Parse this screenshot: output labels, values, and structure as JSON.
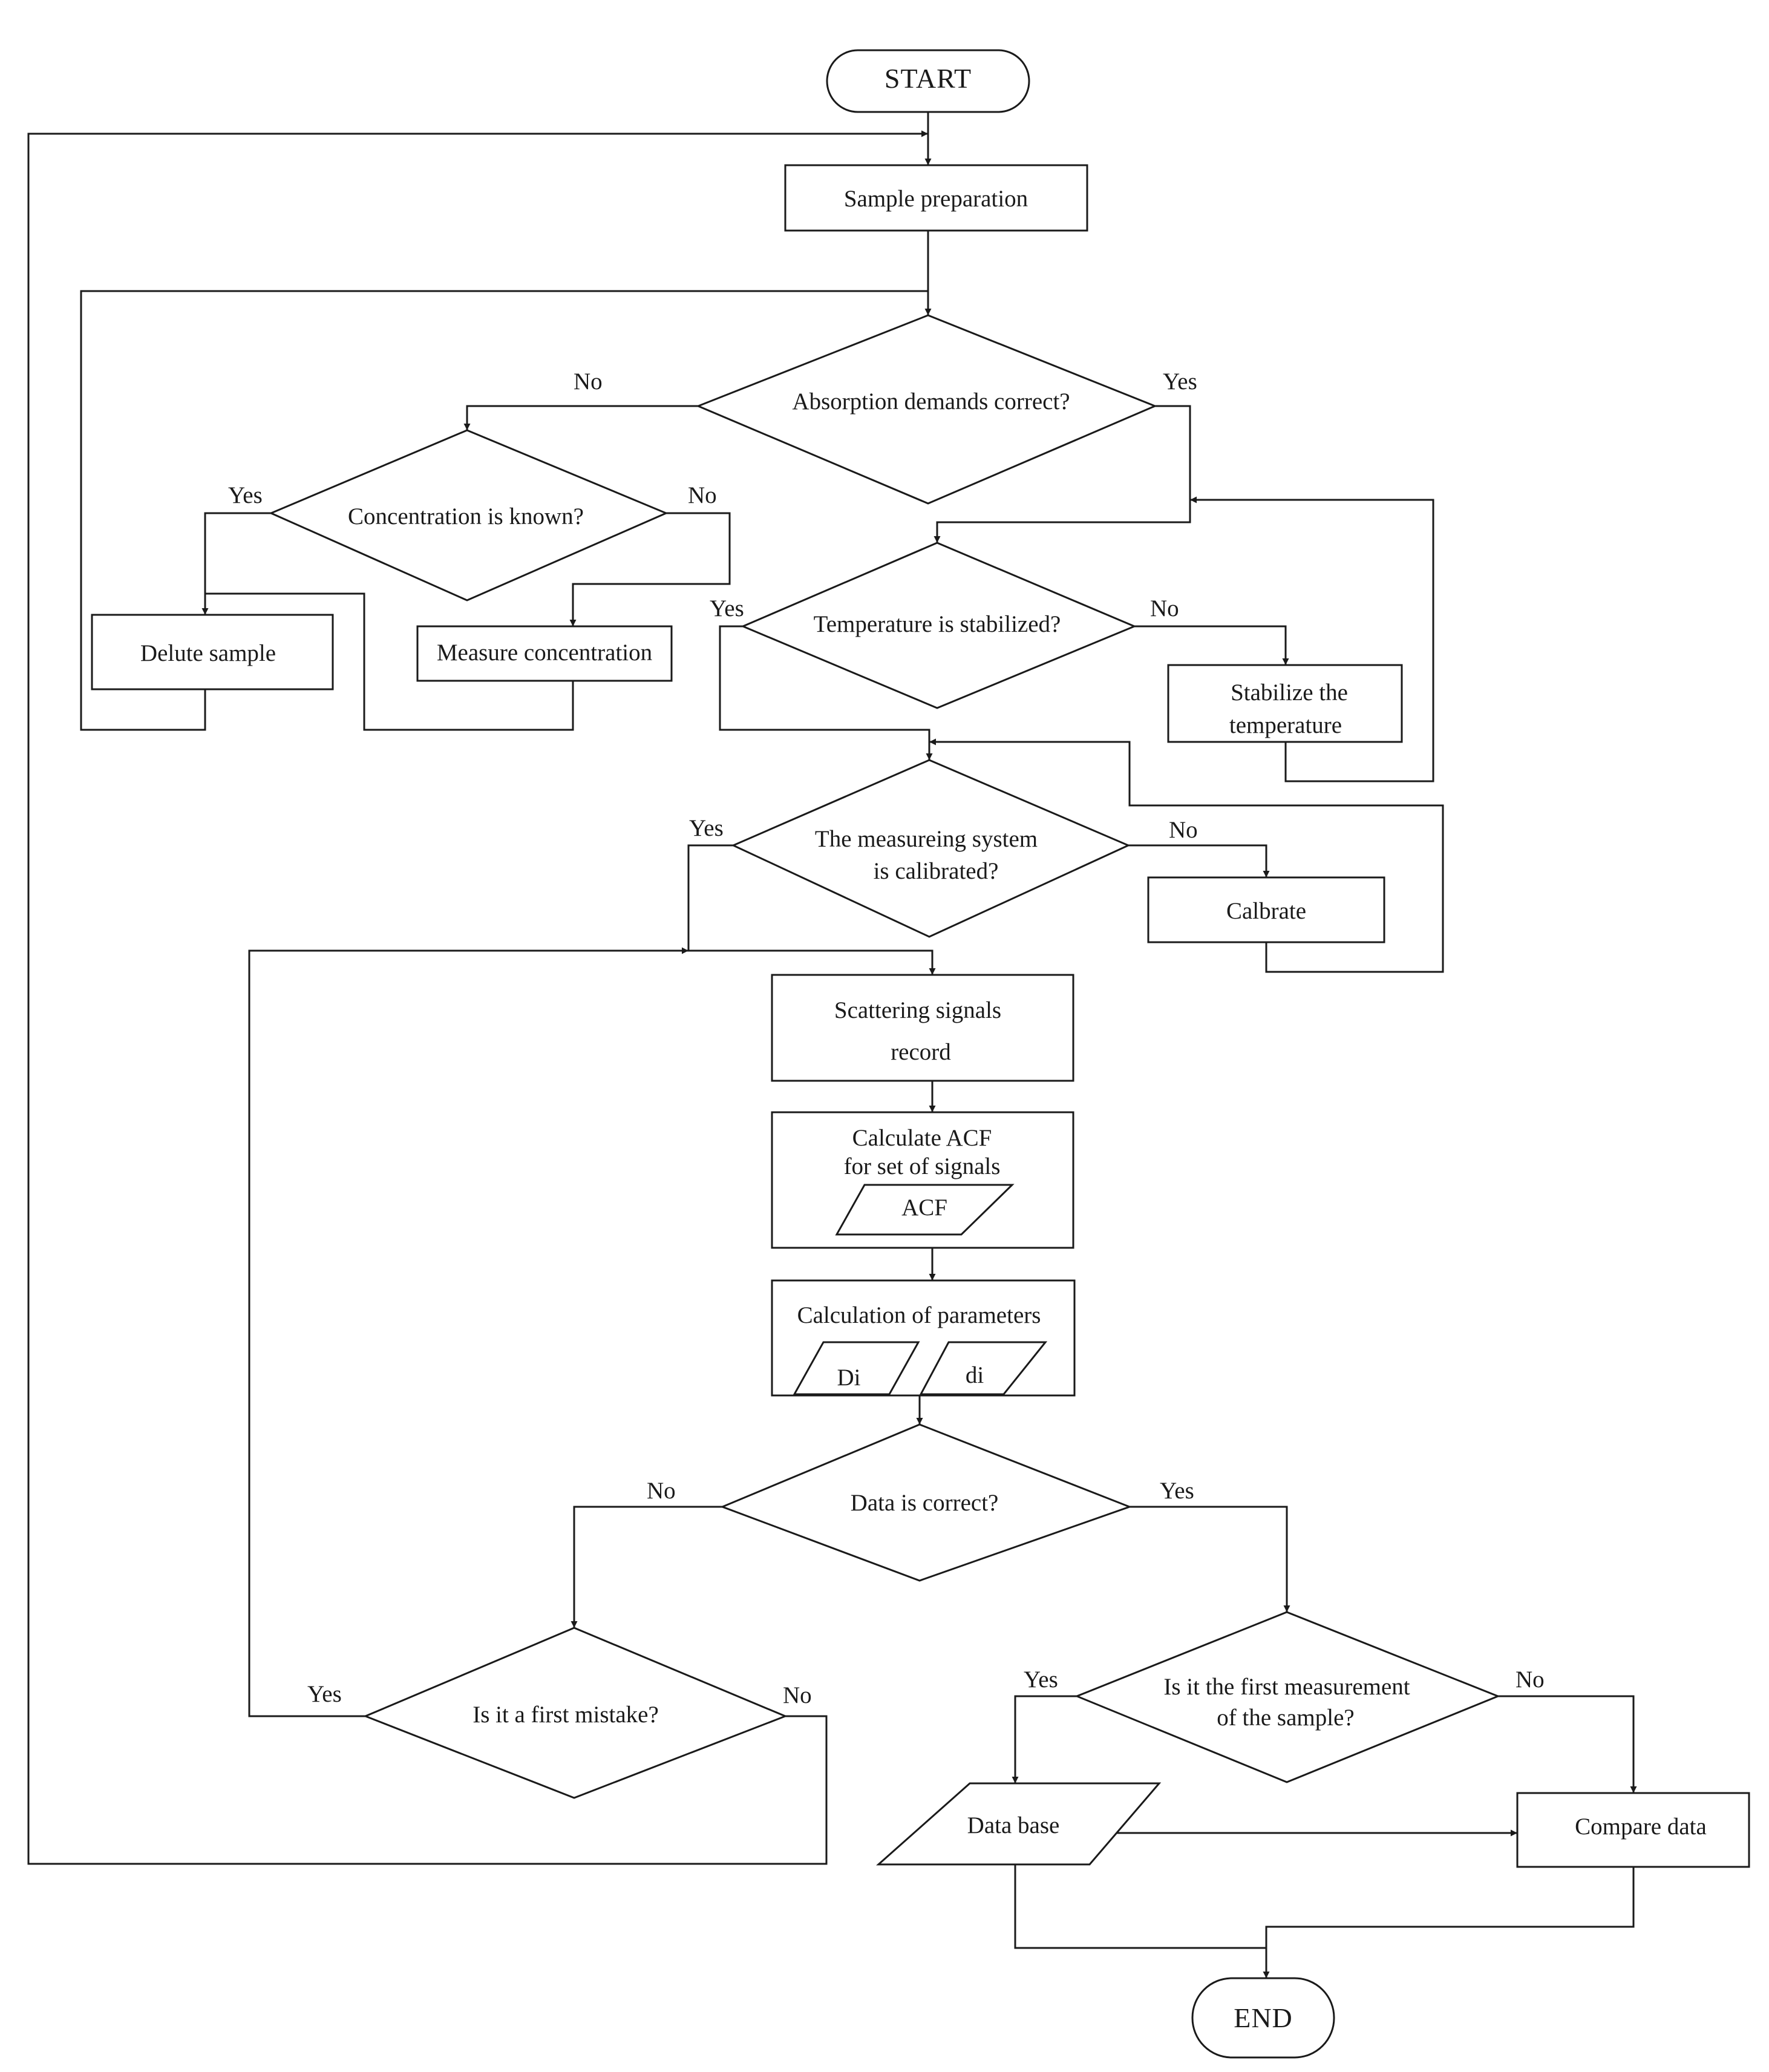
{
  "nodes": {
    "start": "START",
    "sample_preparation": "Sample preparation",
    "absorption": "Absorption demands correct?",
    "concentration_known": "Concentration is known?",
    "delute": "Delute sample",
    "measure_concentration": "Measure concentration",
    "temperature_stabilized": "Temperature is stabilized?",
    "stabilize_1": "Stabilize the",
    "stabilize_2": "temperature",
    "calibrated_1": "The measureing system",
    "calibrated_2": "is calibrated?",
    "calbrate": "Calbrate",
    "scattering_1": "Scattering signals",
    "scattering_2": "record",
    "acf_1": "Calculate ACF",
    "acf_2": "for set of signals",
    "acf_out": "ACF",
    "params": "Calculation of parameters",
    "di_upper": "Di",
    "di_lower": "di",
    "data_correct": "Data is correct?",
    "first_mistake": "Is it a first mistake?",
    "first_meas_1": "Is it the first measurement",
    "first_meas_2": "of the sample?",
    "data_base": "Data base",
    "compare": "Compare data",
    "end": "END"
  },
  "answers": {
    "absorption_no": "No",
    "absorption_yes": "Yes",
    "concentration_yes": "Yes",
    "concentration_no": "No",
    "temperature_yes": "Yes",
    "temperature_no": "No",
    "calibrated_yes": "Yes",
    "calibrated_no": "No",
    "data_no": "No",
    "data_yes": "Yes",
    "mistake_yes": "Yes",
    "mistake_no": "No",
    "first_meas_yes": "Yes",
    "first_meas_no": "No"
  }
}
